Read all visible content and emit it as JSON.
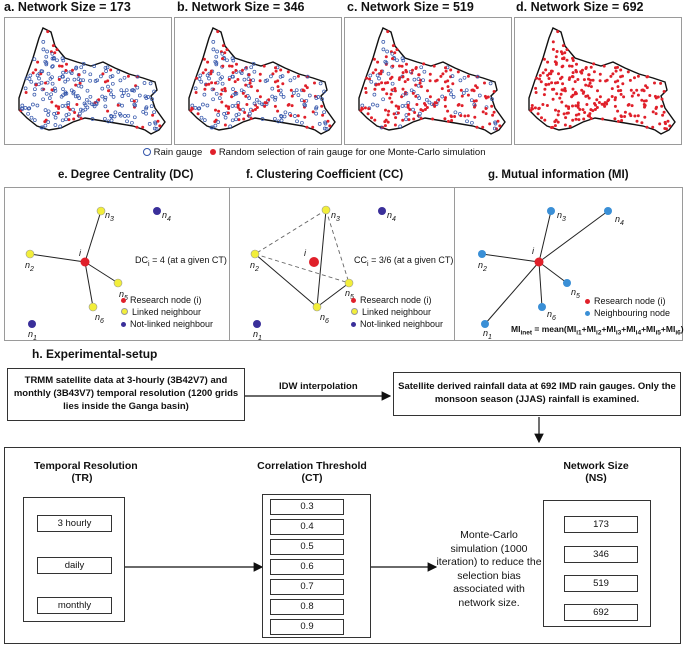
{
  "maps": {
    "panels": [
      {
        "title": "a. Network Size = 173",
        "density": 0.25
      },
      {
        "title": "b. Network Size = 346",
        "density": 0.5
      },
      {
        "title": "c. Network Size = 519",
        "density": 0.75
      },
      {
        "title": "d. Network Size = 692",
        "density": 1.0
      }
    ],
    "legend": {
      "rain_gauge": "Rain gauge",
      "random_selection": "Random selection of rain gauge for one Monte-Carlo simulation"
    }
  },
  "networks": {
    "dc": {
      "title": "e. Degree Centrality (DC)",
      "formula": "DC",
      "formula_sub": "i",
      "formula_rest": " = 4 (at a given CT)",
      "legend": [
        "Research node (i)",
        "Linked neighbour",
        "Not-linked neighbour"
      ]
    },
    "cc": {
      "title": "f. Clustering Coefficient (CC)",
      "formula": "CC",
      "formula_sub": "i",
      "formula_rest": " = 3/6 (at a given CT)",
      "legend": [
        "Research node (i)",
        "Linked neighbour",
        "Not-linked neighbour"
      ]
    },
    "mi": {
      "title": "g. Mutual information (MI)",
      "legend": [
        "Research node (i)",
        "Neighbouring node"
      ],
      "formula": "MI",
      "formula_sub": "inet",
      "formula_rest": " = mean(MI",
      "formula_tail": [
        "i1",
        "+MI",
        "i2",
        "+MI",
        "i3",
        "+MI",
        "i4",
        "+MI",
        "i5",
        "+MI",
        "i6",
        ")"
      ]
    },
    "node_labels": {
      "i": "i",
      "n": "n",
      "subs": [
        "1",
        "2",
        "3",
        "4",
        "5",
        "6"
      ]
    }
  },
  "setup": {
    "title": "h. Experimental-setup",
    "trmm": "TRMM satellite data at 3-hourly (3B42V7) and monthly (3B43V7) temporal resolution (1200 grids lies inside the Ganga basin)",
    "idw": "IDW interpolation",
    "derived": "Satellite derived rainfall data at 692 IMD rain gauges. Only the monsoon season (JJAS) rainfall is examined.",
    "tr_title": "Temporal Resolution",
    "tr_abbr": "(TR)",
    "tr_items": [
      "3 hourly",
      "daily",
      "monthly"
    ],
    "ct_title": "Correlation Threshold",
    "ct_abbr": "(CT)",
    "ct_items": [
      "0.3",
      "0.4",
      "0.5",
      "0.6",
      "0.7",
      "0.8",
      "0.9"
    ],
    "mc_text": "Monte-Carlo simulation (1000 iteration) to reduce the selection bias associated with network size.",
    "ns_title": "Network Size",
    "ns_abbr": "(NS)",
    "ns_items": [
      "173",
      "346",
      "519",
      "692"
    ]
  },
  "colors": {
    "red": "#e0202a",
    "blue_outline": "#3355aa",
    "yellow": "#f2ee3a",
    "navy": "#3a2f9a",
    "mi_blue": "#3a8fd6"
  }
}
